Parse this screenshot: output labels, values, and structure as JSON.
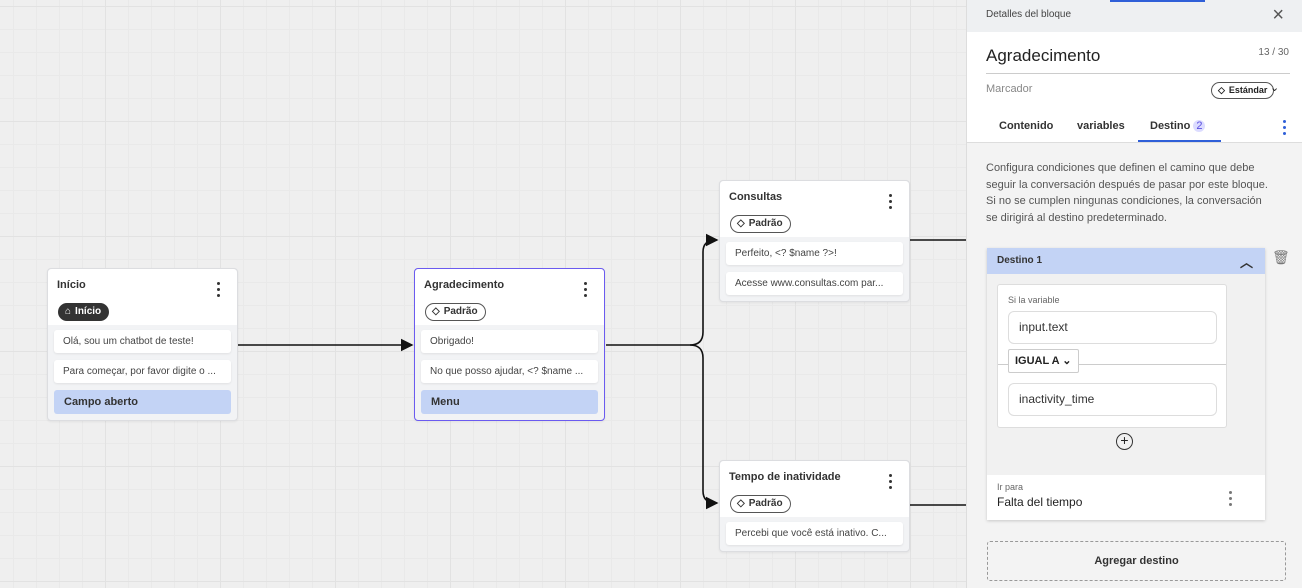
{
  "canvas": {
    "nodes": [
      {
        "title": "Início",
        "tag": "Início",
        "tag_icon": "home-icon",
        "messages": [
          "Olá, sou um chatbot de teste!",
          "Para começar, por favor digite o ..."
        ],
        "block": "Campo aberto"
      },
      {
        "title": "Agradecimento",
        "tag": "Padrão",
        "tag_icon": "tag-icon",
        "messages": [
          "Obrigado!",
          "No que posso ajudar, <? $name ..."
        ],
        "block": "Menu"
      },
      {
        "title": "Consultas",
        "tag": "Padrão",
        "tag_icon": "tag-icon",
        "messages": [
          "Perfeito, <? $name ?>!",
          "Acesse www.consultas.com par..."
        ]
      },
      {
        "title": "Tempo de inatividade",
        "tag": "Padrão",
        "tag_icon": "tag-icon",
        "messages": [
          "Percebi que você está inativo. C..."
        ]
      }
    ]
  },
  "panel": {
    "header": "Detalles del bloque",
    "title": "Agradecimento",
    "char_count": "13 / 30",
    "marker_label": "Marcador",
    "marker_value": "Estándar",
    "tabs": [
      {
        "label": "Contenido"
      },
      {
        "label": "variables"
      },
      {
        "label": "Destino",
        "badge": "2",
        "active": true
      }
    ],
    "description": "Configura condiciones que definen el camino que debe seguir la conversación después de pasar por este bloque. Si no se cumplen ningunas condiciones, la conversación se dirigirá al destino predeterminado.",
    "destination": {
      "title": "Destino 1",
      "if_label": "Si la variable",
      "variable": "input.text",
      "operator": "IGUAL A",
      "value": "inactivity_time",
      "go_label": "Ir para",
      "go_value": "Falta del tiempo"
    },
    "add_button": "Agregar destino"
  },
  "colors": {
    "accent": "#2f5fd8",
    "selected_border": "#6b5bf0",
    "block_bg": "#c3d3f5"
  }
}
